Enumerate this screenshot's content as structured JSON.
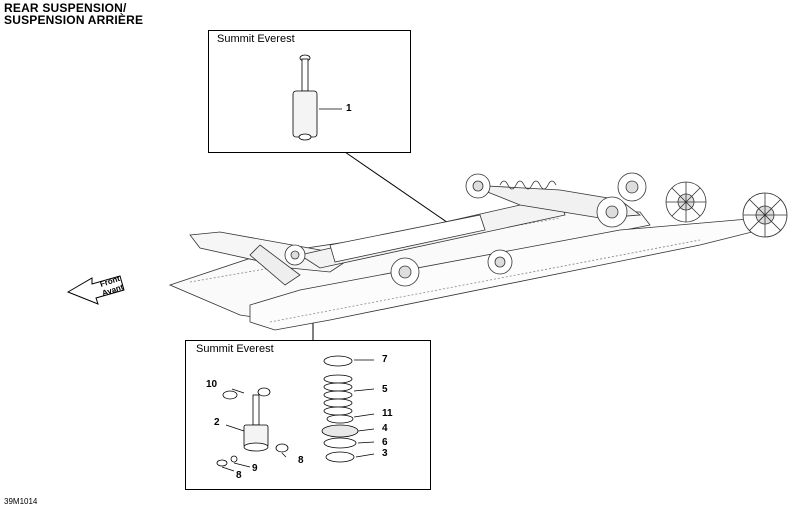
{
  "title": {
    "line1": "REAR SUSPENSION/",
    "line2": "SUSPENSION ARRIÈRE"
  },
  "top_box": {
    "label": "Summit Everest",
    "callouts": [
      "1"
    ]
  },
  "bottom_box": {
    "label": "Summit Everest",
    "callouts": {
      "c7": "7",
      "c5": "5",
      "c11": "11",
      "c4": "4",
      "c6": "6",
      "c3": "3",
      "c10": "10",
      "c2": "2",
      "c8a": "8",
      "c9": "9",
      "c8b": "8"
    }
  },
  "direction_arrow": {
    "line1": "Front",
    "line2": "Avant"
  },
  "doc_ref": "39M1014",
  "icons": [
    "front-arrow-icon",
    "shock-absorber-icon",
    "spring-icon",
    "track-suspension-icon"
  ]
}
